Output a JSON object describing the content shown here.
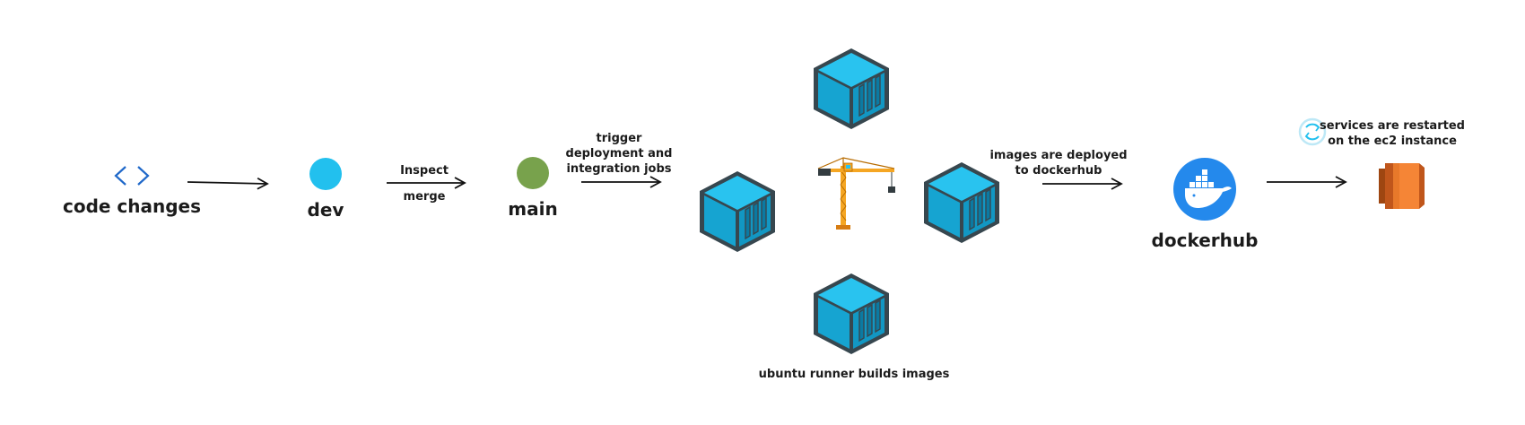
{
  "colors": {
    "background": "#ffffff",
    "arrow": "#111111",
    "text": "#1b1b1b",
    "dev_node": "#22c0ee",
    "main_node": "#78a24c",
    "container_light": "#22c0ee",
    "container_dark": "#0f8db7",
    "container_outline": "#37474f",
    "dockerhub_blue": "#2489ec",
    "crane": "#f5a623",
    "ec2_orange": "#e8792a",
    "code_icon": "#1f68c9"
  },
  "nodes": {
    "code_changes": {
      "label": "code changes",
      "icon": "code-brackets-icon"
    },
    "dev": {
      "label": "dev"
    },
    "main": {
      "label": "main"
    },
    "dockerhub": {
      "label": "dockerhub",
      "icon": "docker-whale-icon"
    },
    "ec2": {
      "icon": "ec2-instance-icon"
    }
  },
  "edges": {
    "dev_to_main": {
      "label_top": "Inspect",
      "label_bottom": "merge"
    },
    "main_to_runner": {
      "lines": [
        "trigger",
        "deployment and",
        "integration jobs"
      ]
    },
    "runner_to_dockerhub": {
      "lines": [
        "images are deployed",
        "to dockerhub"
      ]
    }
  },
  "runner": {
    "caption": "ubuntu runner builds images",
    "containers": [
      "container-icon-top",
      "container-icon-left",
      "container-icon-right",
      "container-icon-bottom"
    ],
    "center_icon": "crane-icon"
  },
  "restart": {
    "lines": [
      "services are restarted",
      "on the ec2 instance"
    ],
    "icon": "restart-icon"
  }
}
